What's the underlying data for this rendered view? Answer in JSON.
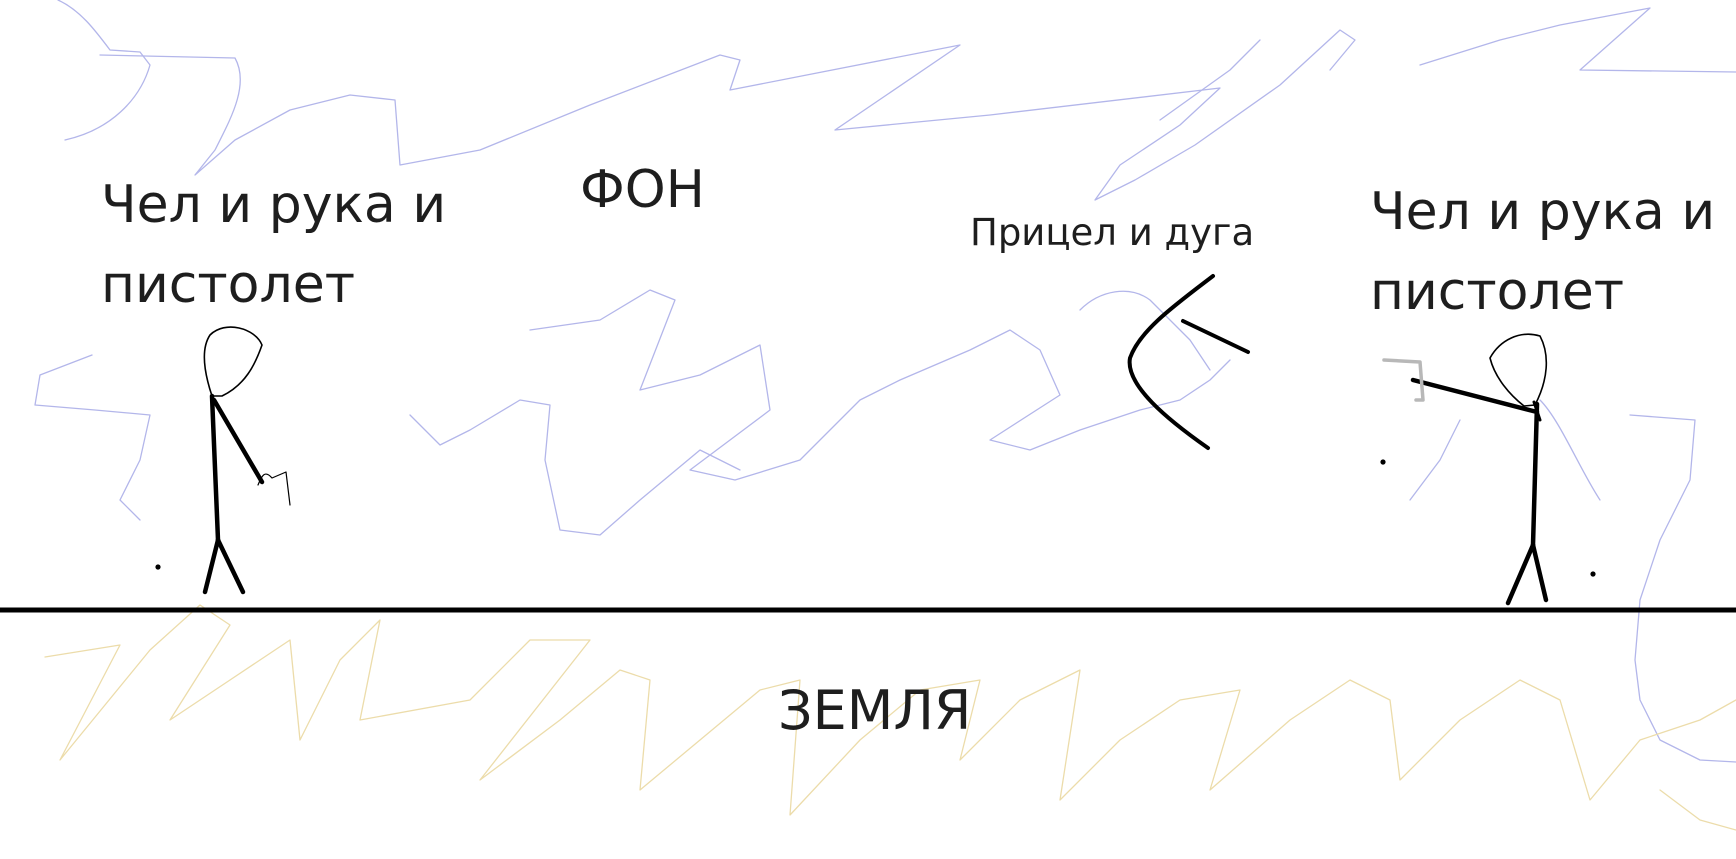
{
  "labels": {
    "left_character_line1": "Чел и рука и",
    "left_character_line2": "пистолет",
    "background": "ФОН",
    "aim_and_arc": "Прицел и дуга",
    "right_character_line1": "Чел и рука и",
    "right_character_line2": "пистолет",
    "ground": "ЗЕМЛЯ"
  },
  "colors": {
    "background_scribble": "#b3b6ea",
    "ground_scribble": "#ecdcaa",
    "strokes": "#000000",
    "gun_sketch": "#b8b8b8",
    "text": "#1e1e1e"
  }
}
